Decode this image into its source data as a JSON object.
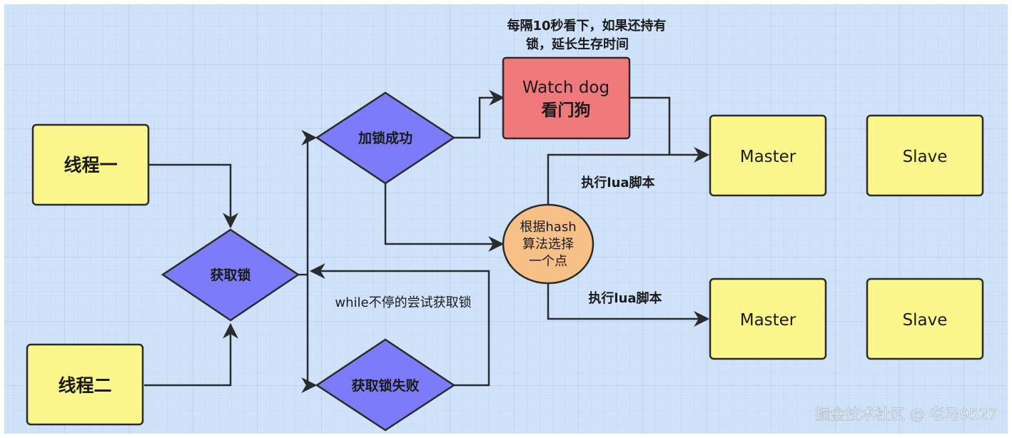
{
  "diagram": {
    "nodes": {
      "thread_one": "线程一",
      "thread_two": "线程二",
      "acquire_lock": "获取锁",
      "lock_success": "加锁成功",
      "lock_failed": "获取锁失败",
      "watchdog_line1": "Watch dog",
      "watchdog_line2": "看门狗",
      "hash_line1": "根据hash",
      "hash_line2": "算法选择",
      "hash_line3": "一个点",
      "master_top": "Master",
      "slave_top": "Slave",
      "master_bottom": "Master",
      "slave_bottom": "Slave"
    },
    "annotations": {
      "watchdog_note_line1": "每隔10秒看下，如果还持有",
      "watchdog_note_line2": "锁，延长生存时间",
      "lua_top": "执行lua脚本",
      "lua_bottom": "执行lua脚本",
      "retry_loop": "while不停的尝试获取锁"
    },
    "watermark": "掘金技术社区 @ 老马9527"
  },
  "colors": {
    "grid_background": "#cfe2fa",
    "grid_line": "#b3cdee",
    "rect_node_fill": "#fbf78c",
    "diamond_fill": "#7c7cfa",
    "watchdog_fill": "#f07a7b",
    "hash_fill": "#f7c086",
    "line_color": "#2b2b2b"
  }
}
